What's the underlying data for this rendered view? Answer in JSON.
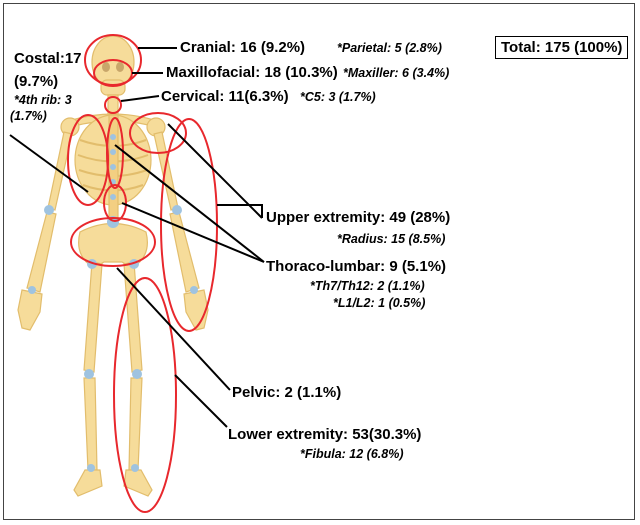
{
  "total": "Total: 175 (100%)",
  "regions": {
    "costal": {
      "title": "Costal:17",
      "pct": "(9.7%)",
      "sub1": "*4th rib: 3",
      "sub2": "(1.7%)"
    },
    "cranial": {
      "main": "Cranial: 16 (9.2%)",
      "sub": "*Parietal: 5 (2.8%)"
    },
    "maxillofacial": {
      "main": "Maxillofacial: 18 (10.3%)",
      "sub": "*Maxiller: 6 (3.4%)"
    },
    "cervical": {
      "main": "Cervical: 11(6.3%)",
      "sub": "*C5: 3 (1.7%)"
    },
    "upper": {
      "main": "Upper extremity: 49 (28%)",
      "sub": "*Radius: 15 (8.5%)"
    },
    "thoraco": {
      "main": "Thoraco-lumbar: 9 (5.1%)",
      "sub1": "*Th7/Th12: 2 (1.1%)",
      "sub2": "*L1/L2: 1 (0.5%)"
    },
    "pelvic": {
      "main": "Pelvic: 2 (1.1%)"
    },
    "lower": {
      "main": "Lower extremity: 53(30.3%)",
      "sub": "*Fibula: 12 (6.8%)"
    }
  },
  "colors": {
    "bone": "#f6dc9a",
    "bone_outline": "#e2bd6c",
    "joint": "#9fc3e0",
    "circle": "#e8282d"
  }
}
